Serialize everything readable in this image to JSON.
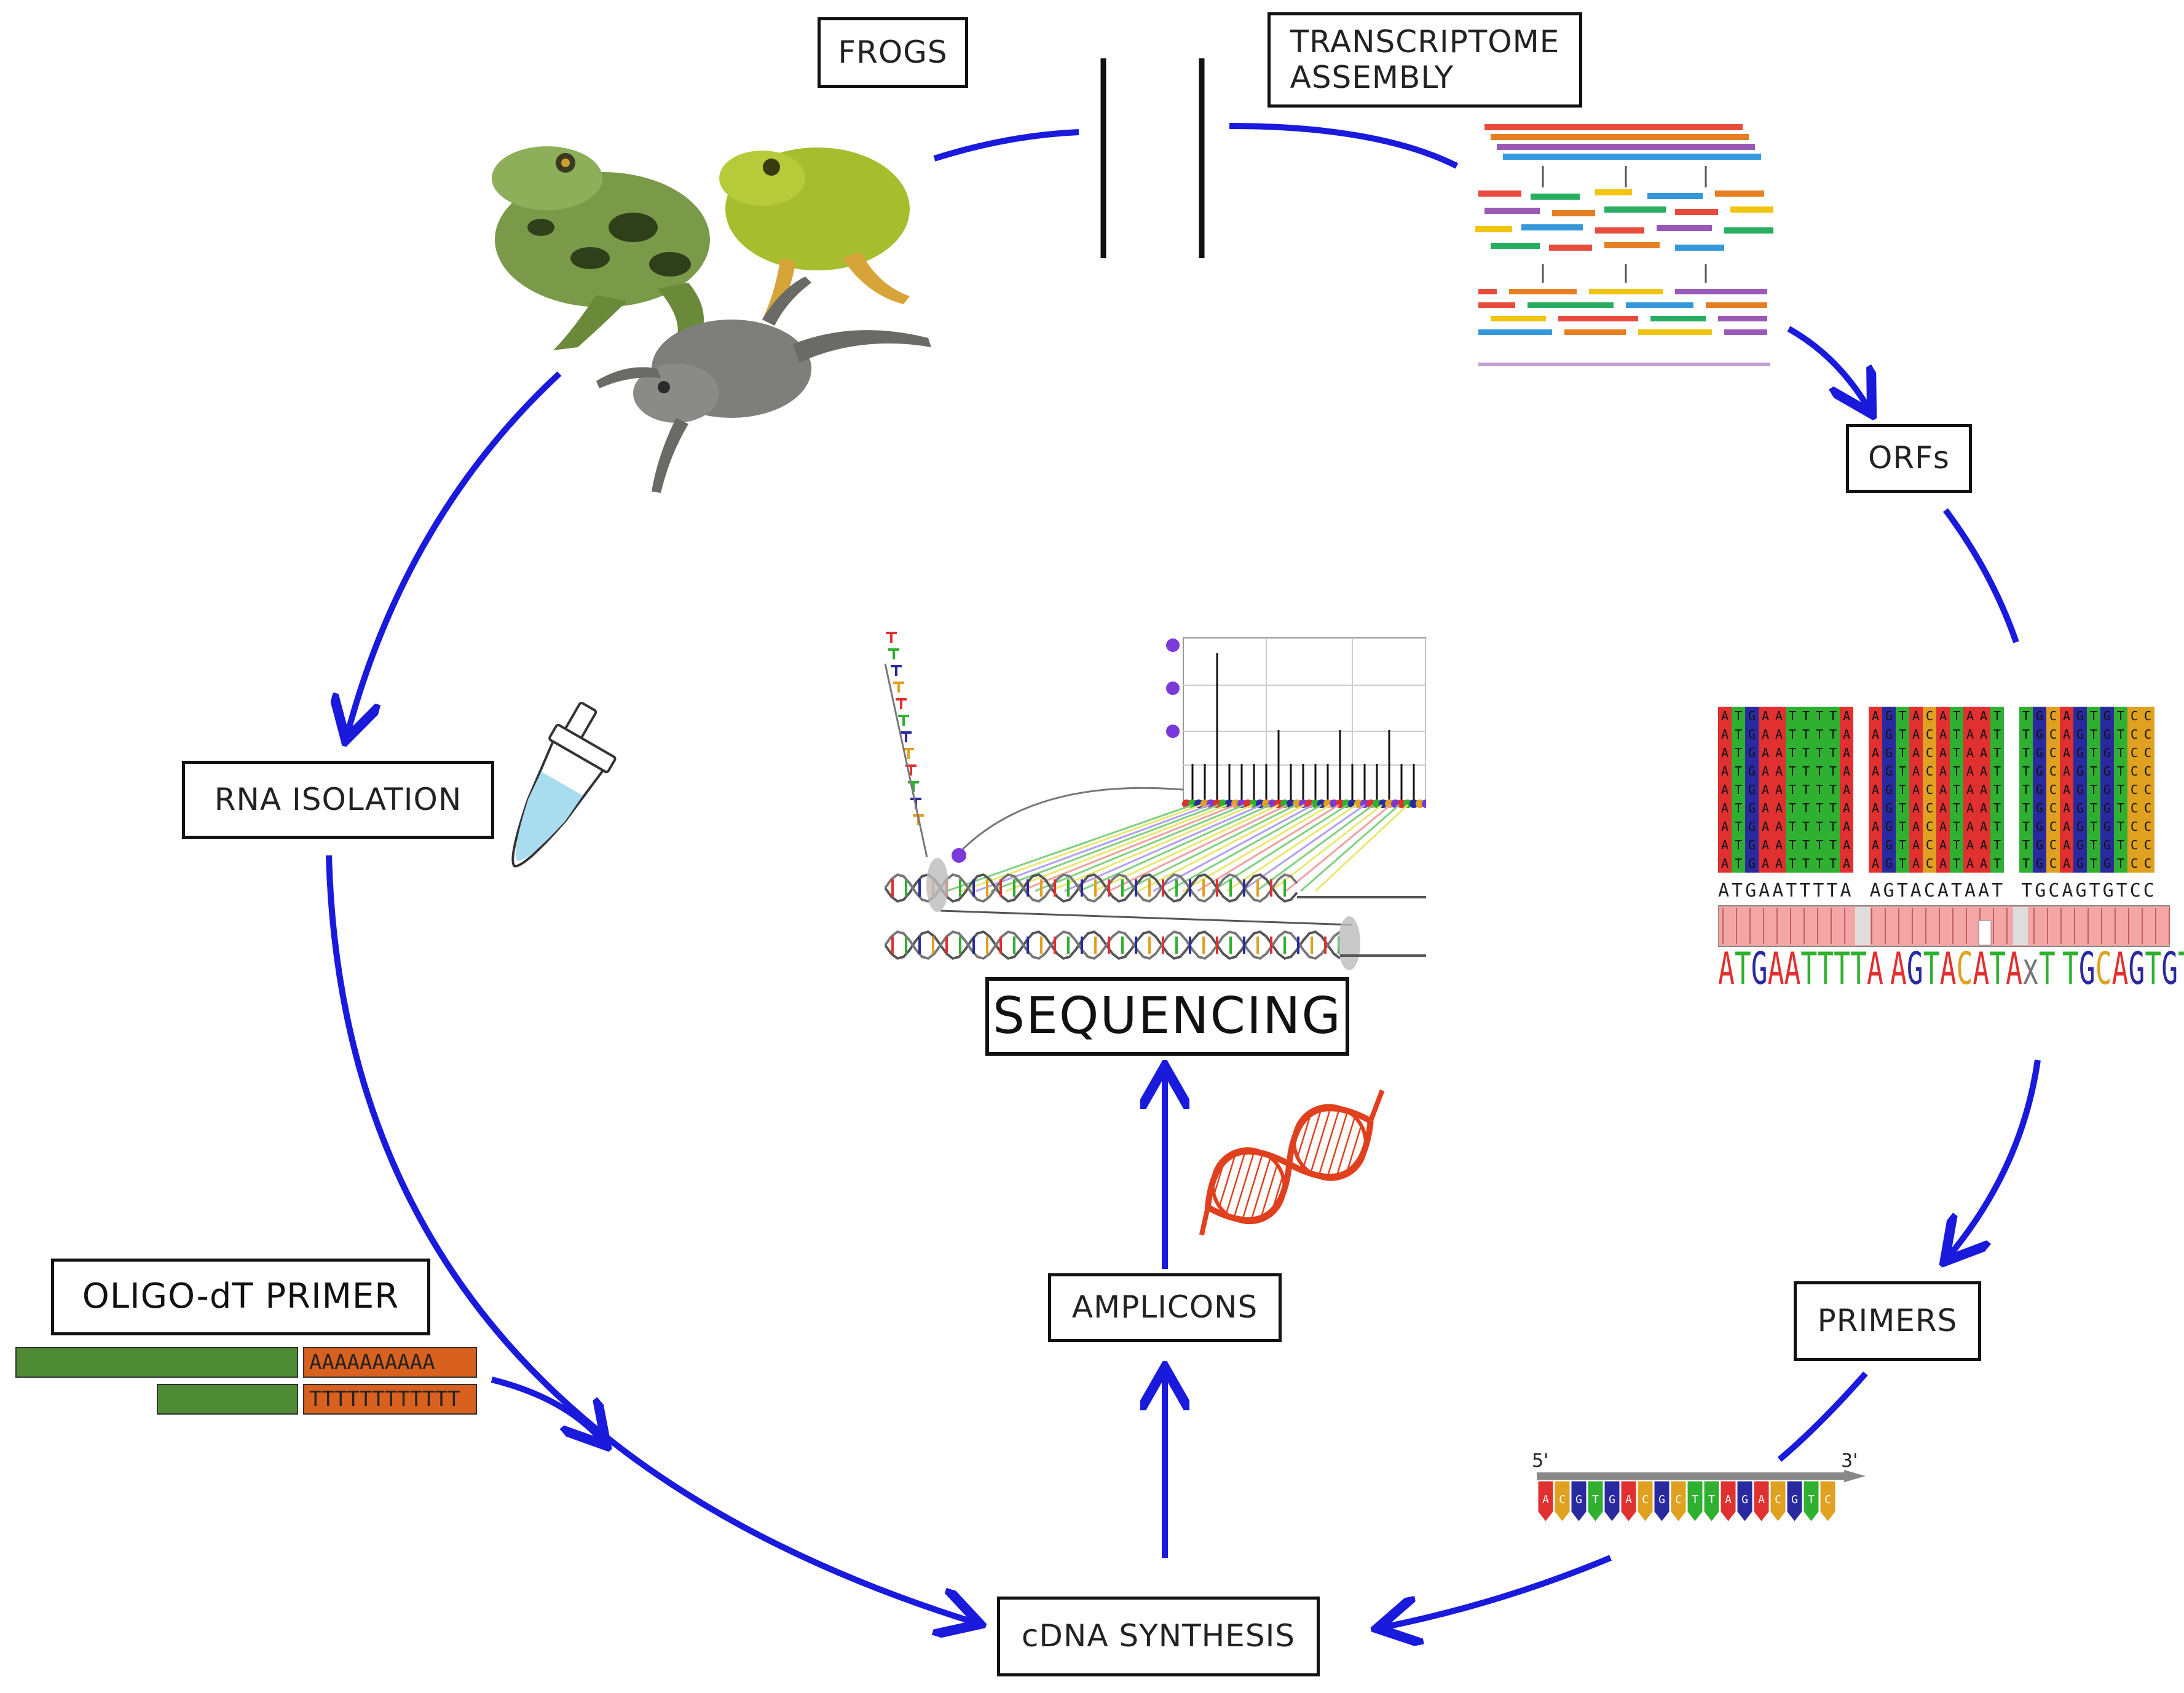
{
  "labels": {
    "frogs": "FROGS",
    "transcriptome": "TRANSCRIPTOME\nASSEMBLY",
    "orfs": "ORFs",
    "primers": "PRIMERS",
    "cdna": "cDNA SYNTHESIS",
    "amplicons": "AMPLICONS",
    "sequencing": "SEQUENCING",
    "rna": "RNA ISOLATION",
    "oligo": "OLIGO-dT PRIMER"
  },
  "polyA": {
    "a_tail": "AAAAAAAAAA",
    "t_tail": "TTTTTTTTTTTT"
  },
  "alignment": {
    "blocks": [
      "ATGAATTTTA",
      "AGTACATAAT",
      "TGCAGTGTCC"
    ],
    "logo_blocks": [
      "ATGAATTTTA",
      "AGTACATAxT",
      "TGCAGTGTCC"
    ]
  },
  "primer_strand": {
    "five_prime": "5'",
    "three_prime": "3'",
    "bases": [
      "A",
      "C",
      "G",
      "T",
      "G",
      "A",
      "C",
      "G",
      "C",
      "T",
      "T",
      "A",
      "G",
      "A",
      "C",
      "G",
      "T",
      "C"
    ]
  },
  "colors": {
    "arrow": "#1a1adc",
    "green_bar": "#4f8a34",
    "orange_bar": "#d8611f",
    "dna_red": "#e0401e",
    "base_A": "#e03030",
    "base_T": "#30b030",
    "base_G": "#2a2aa0",
    "base_C": "#e0a020"
  },
  "icons": {
    "frogs": "frog-photo-group",
    "tube": "microcentrifuge-tube-icon",
    "dna": "dna-helix-icon",
    "sequencing": "sequencing-illustration",
    "transcriptome": "read-assembly-graphic"
  }
}
